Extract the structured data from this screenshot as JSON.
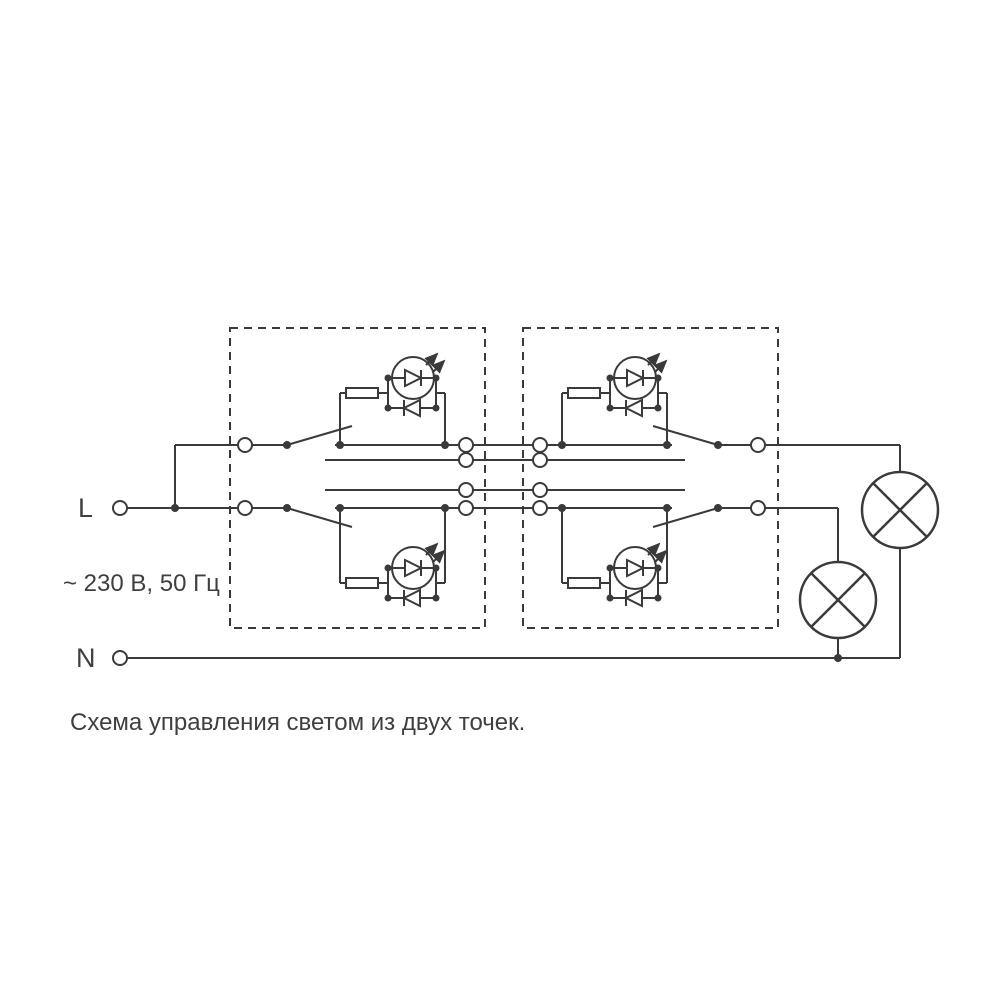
{
  "diagram": {
    "labels": {
      "live": "L",
      "neutral": "N",
      "voltage": "~ 230 В, 50 Гц",
      "caption": "Схема управления светом из двух точек."
    },
    "colors": {
      "line": "#3a3a3a",
      "text": "#3f3f3f",
      "background": "#ffffff"
    }
  }
}
